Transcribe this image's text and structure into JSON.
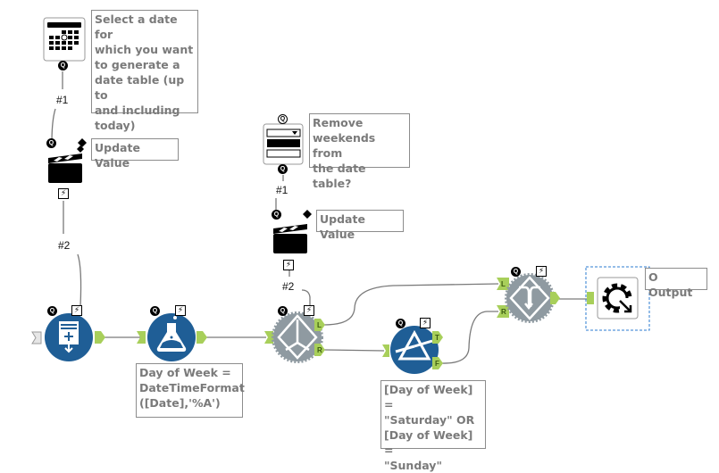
{
  "canvas": {
    "colors": {
      "tool_blue": "#1f5e96",
      "anchor_green": "#a8cf5a",
      "gear_gray": "#8f9aa1",
      "connector": "#7a7a7a",
      "annotation_text": "#7a7a7a",
      "selection": "#2b7bd1"
    }
  },
  "tools": [
    {
      "id": "date-interface",
      "type": "date-interface",
      "icon": "calendar-icon",
      "annotation": "Select a date for which you want to generate a date table (up to and including today)"
    },
    {
      "id": "action-1",
      "type": "action",
      "icon": "clapperboard-icon",
      "annotation": "Update Value"
    },
    {
      "id": "dropdown-interface",
      "type": "dropdown-interface",
      "icon": "dropdown-list-icon",
      "annotation": "Remove weekends from the date table?"
    },
    {
      "id": "action-2",
      "type": "action",
      "icon": "clapperboard-icon",
      "annotation": "Update Value"
    },
    {
      "id": "generate-rows",
      "type": "generate-rows",
      "icon": "generate-rows-icon",
      "annotation": ""
    },
    {
      "id": "formula",
      "type": "formula",
      "icon": "flask-icon",
      "annotation": "Day of Week = DateTimeFormat ([Date],'%A')"
    },
    {
      "id": "detour",
      "type": "detour",
      "icon": "detour-icon",
      "annotation": ""
    },
    {
      "id": "filter",
      "type": "filter",
      "icon": "filter-prism-icon",
      "annotation": "[Day of Week] = \"Saturday\" OR [Day of Week] = \"Sunday\""
    },
    {
      "id": "detour-end",
      "type": "detour-end",
      "icon": "detour-end-icon",
      "annotation": ""
    },
    {
      "id": "macro-output",
      "type": "macro-output",
      "icon": "macro-output-gear-icon",
      "annotation": "O Output"
    }
  ],
  "annotations": {
    "date_interface": "Select a date for\nwhich you want\nto generate a\ndate table (up to\nand including\ntoday)",
    "action_1": "Update Value",
    "dropdown_interface": "Remove\nweekends from\nthe date table?",
    "action_2": "Update Value",
    "formula": "Day of Week =\nDateTimeFormat\n([Date],'%A')",
    "filter": "[Day of Week] =\n\"Saturday\" OR\n[Day of Week] =\n\"Sunday\"",
    "macro_output": "O Output"
  },
  "connection_labels": {
    "date_to_action1": "#1",
    "action1_to_generate": "#2",
    "dropdown_to_action2": "#1",
    "action2_to_detour": "#2"
  },
  "badges": {
    "question": "Q",
    "action": "⚡"
  },
  "anchors": {
    "detour_left": "L",
    "detour_right": "R",
    "filter_true": "T",
    "filter_false": "F",
    "detour_end_left": "L",
    "detour_end_right": "R"
  }
}
